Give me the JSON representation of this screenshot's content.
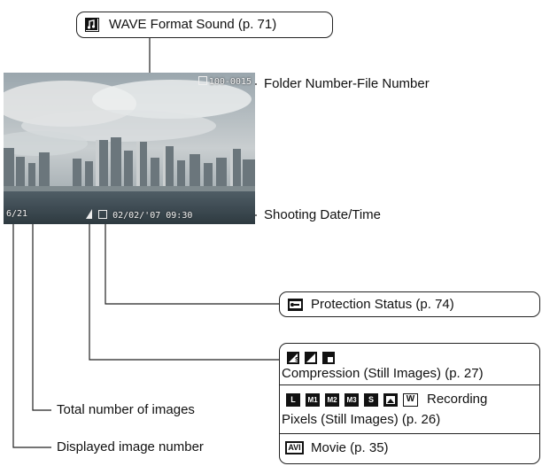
{
  "screen": {
    "folder_file": "100-0015",
    "image_counter": "6/21",
    "date_time": "02/02/'07  09:30"
  },
  "callouts": {
    "wave_sound": "WAVE Format Sound (p. 71)",
    "folder_file_number": "Folder Number-File Number",
    "shooting_datetime": "Shooting Date/Time",
    "protection_status": "Protection Status (p. 74)",
    "compression": "Compression (Still Images) (p. 27)",
    "recording_pixels_1": "Recording",
    "recording_pixels_2": "Pixels (Still Images) (p. 26)",
    "movie": "Movie (p. 35)",
    "total_images": "Total number of images",
    "displayed_image_number": "Displayed image number"
  },
  "icon_labels": {
    "large": "L",
    "medium1": "M1",
    "medium2": "M2",
    "medium3": "M3",
    "small": "S",
    "widescreen": "W",
    "movie": "AVI"
  },
  "icons": [
    "sound-icon",
    "protect-key-icon",
    "superfine-icon",
    "fine-icon",
    "normal-icon",
    "postcard-icon",
    "movie-icon"
  ]
}
